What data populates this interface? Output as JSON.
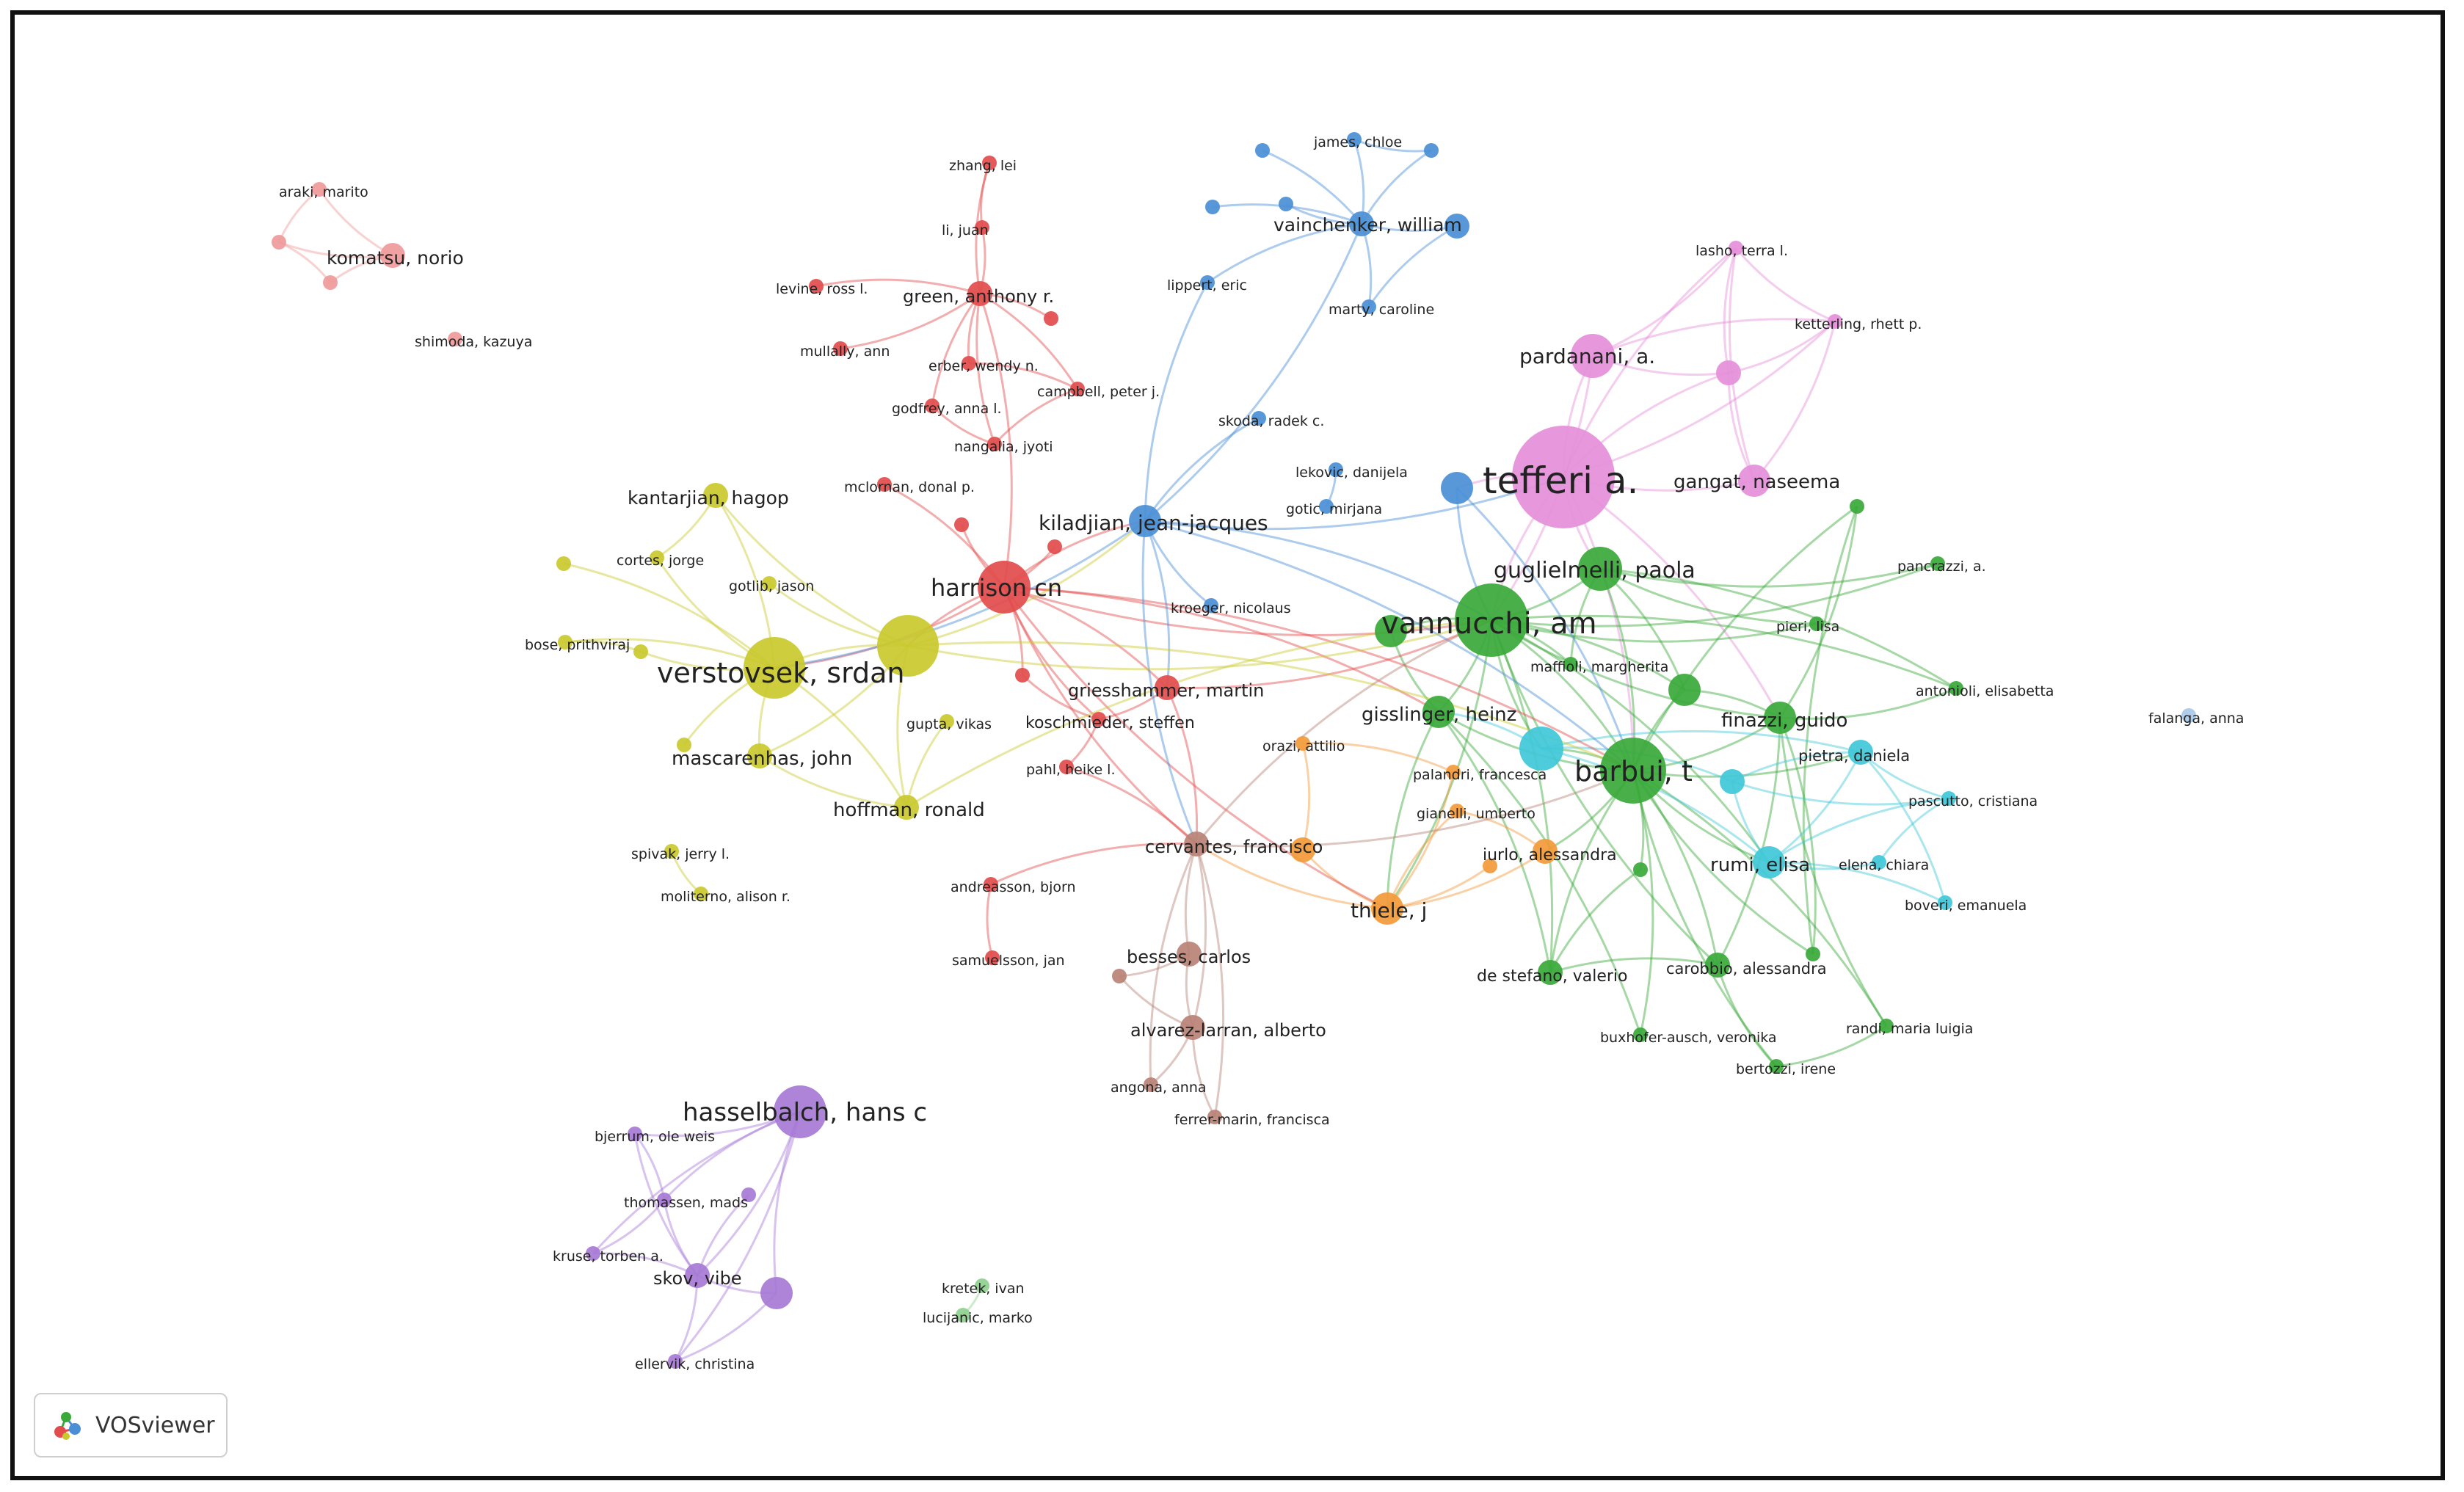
{
  "tool": {
    "name": "VOSviewer",
    "logo_icon": "vosviewer-logo-icon"
  },
  "clusters": {
    "red": "#e24c4c",
    "green": "#3aa93a",
    "blue": "#4a8fd6",
    "yellow": "#c9c92e",
    "purple": "#a77ad6",
    "pink": "#e58fd9",
    "salmon": "#ef9a9a",
    "cyan": "#40c8d8",
    "orange": "#f39a3a",
    "brown": "#b98276",
    "lightgreen": "#8fd08f",
    "lightblue": "#a8c8e8"
  },
  "nodes": [
    {
      "id": "tefferi",
      "label": "tefferi a.",
      "cluster": "pink",
      "weight": 10
    },
    {
      "id": "pardanani",
      "label": "pardanani, a.",
      "cluster": "pink",
      "weight": 4
    },
    {
      "id": "gangat",
      "label": "gangat, naseema",
      "cluster": "pink",
      "weight": 3
    },
    {
      "id": "lasho",
      "label": "lasho, terra l.",
      "cluster": "pink",
      "weight": 1
    },
    {
      "id": "ketterling",
      "label": "ketterling, rhett p.",
      "cluster": "pink",
      "weight": 1
    },
    {
      "id": "pink_anon",
      "label": "",
      "cluster": "pink",
      "weight": 2
    },
    {
      "id": "vannucchi",
      "label": "vannucchi, am",
      "cluster": "green",
      "weight": 8
    },
    {
      "id": "barbui",
      "label": "barbui, t",
      "cluster": "green",
      "weight": 7
    },
    {
      "id": "guglielmelli",
      "label": "guglielmelli, paola",
      "cluster": "green",
      "weight": 4
    },
    {
      "id": "gisslinger",
      "label": "gisslinger, heinz",
      "cluster": "green",
      "weight": 3
    },
    {
      "id": "finazzi",
      "label": "finazzi, guido",
      "cluster": "green",
      "weight": 3
    },
    {
      "id": "de_stefano",
      "label": "de stefano, valerio",
      "cluster": "green",
      "weight": 2
    },
    {
      "id": "carobbio",
      "label": "carobbio, alessandra",
      "cluster": "green",
      "weight": 2
    },
    {
      "id": "buxhofer",
      "label": "buxhofer-ausch, veronika",
      "cluster": "green",
      "weight": 1
    },
    {
      "id": "randi",
      "label": "randi, maria luigia",
      "cluster": "green",
      "weight": 1
    },
    {
      "id": "bertozzi",
      "label": "bertozzi, irene",
      "cluster": "green",
      "weight": 1
    },
    {
      "id": "antonioli",
      "label": "antonioli, elisabetta",
      "cluster": "green",
      "weight": 1
    },
    {
      "id": "pieri",
      "label": "pieri, lisa",
      "cluster": "green",
      "weight": 1
    },
    {
      "id": "pancrazzi",
      "label": "pancrazzi, a.",
      "cluster": "green",
      "weight": 1
    },
    {
      "id": "maffioli",
      "label": "maffioli, margherita",
      "cluster": "green",
      "weight": 1
    },
    {
      "id": "green_anon1",
      "label": "",
      "cluster": "green",
      "weight": 3
    },
    {
      "id": "green_anon2",
      "label": "",
      "cluster": "green",
      "weight": 3
    },
    {
      "id": "green_anon3",
      "label": "",
      "cluster": "green",
      "weight": 1
    },
    {
      "id": "green_anon4",
      "label": "",
      "cluster": "green",
      "weight": 1
    },
    {
      "id": "green_anon5",
      "label": "",
      "cluster": "green",
      "weight": 1
    },
    {
      "id": "rumi",
      "label": "rumi, elisa",
      "cluster": "cyan",
      "weight": 3
    },
    {
      "id": "pietra",
      "label": "pietra, daniela",
      "cluster": "cyan",
      "weight": 2
    },
    {
      "id": "pascutto",
      "label": "pascutto, cristiana",
      "cluster": "cyan",
      "weight": 1
    },
    {
      "id": "elena",
      "label": "elena, chiara",
      "cluster": "cyan",
      "weight": 1
    },
    {
      "id": "boveri",
      "label": "boveri, emanuela",
      "cluster": "cyan",
      "weight": 1
    },
    {
      "id": "cyan_anon1",
      "label": "",
      "cluster": "cyan",
      "weight": 4
    },
    {
      "id": "cyan_anon2",
      "label": "",
      "cluster": "cyan",
      "weight": 2
    },
    {
      "id": "thiele",
      "label": "thiele, j",
      "cluster": "orange",
      "weight": 3
    },
    {
      "id": "iurlo",
      "label": "iurlo, alessandra",
      "cluster": "orange",
      "weight": 2
    },
    {
      "id": "gianelli",
      "label": "gianelli, umberto",
      "cluster": "orange",
      "weight": 1
    },
    {
      "id": "palandri",
      "label": "palandri, francesca",
      "cluster": "orange",
      "weight": 1
    },
    {
      "id": "orazi",
      "label": "orazi, attilio",
      "cluster": "orange",
      "weight": 1
    },
    {
      "id": "orange_anon1",
      "label": "",
      "cluster": "orange",
      "weight": 2
    },
    {
      "id": "orange_anon2",
      "label": "",
      "cluster": "orange",
      "weight": 1
    },
    {
      "id": "harrison",
      "label": "harrison cn",
      "cluster": "red",
      "weight": 5
    },
    {
      "id": "green_ar",
      "label": "green, anthony r.",
      "cluster": "red",
      "weight": 2
    },
    {
      "id": "levine",
      "label": "levine, ross l.",
      "cluster": "red",
      "weight": 1
    },
    {
      "id": "zhang",
      "label": "zhang, lei",
      "cluster": "red",
      "weight": 1
    },
    {
      "id": "li_juan",
      "label": "li, juan",
      "cluster": "red",
      "weight": 1
    },
    {
      "id": "mullally",
      "label": "mullally, ann",
      "cluster": "red",
      "weight": 1
    },
    {
      "id": "erber",
      "label": "erber, wendy n.",
      "cluster": "red",
      "weight": 1
    },
    {
      "id": "campbell",
      "label": "campbell, peter j.",
      "cluster": "red",
      "weight": 1
    },
    {
      "id": "godfrey",
      "label": "godfrey, anna l.",
      "cluster": "red",
      "weight": 1
    },
    {
      "id": "nangalia",
      "label": "nangalia, jyoti",
      "cluster": "red",
      "weight": 1
    },
    {
      "id": "mclornan",
      "label": "mclornan, donal p.",
      "cluster": "red",
      "weight": 1
    },
    {
      "id": "griesshammer",
      "label": "griesshammer, martin",
      "cluster": "red",
      "weight": 2
    },
    {
      "id": "koschmieder",
      "label": "koschmieder, steffen",
      "cluster": "red",
      "weight": 1
    },
    {
      "id": "pahl",
      "label": "pahl, heike l.",
      "cluster": "red",
      "weight": 1
    },
    {
      "id": "andreasson",
      "label": "andreasson, bjorn",
      "cluster": "red",
      "weight": 1
    },
    {
      "id": "samuelsson",
      "label": "samuelsson, jan",
      "cluster": "red",
      "weight": 1
    },
    {
      "id": "red_anon1",
      "label": "",
      "cluster": "red",
      "weight": 1
    },
    {
      "id": "red_anon2",
      "label": "",
      "cluster": "red",
      "weight": 1
    },
    {
      "id": "red_anon3",
      "label": "",
      "cluster": "red",
      "weight": 1
    },
    {
      "id": "red_anon4",
      "label": "",
      "cluster": "red",
      "weight": 1
    },
    {
      "id": "kiladjian",
      "label": "kiladjian, jean-jacques",
      "cluster": "blue",
      "weight": 3
    },
    {
      "id": "vainchenker",
      "label": "vainchenker, william",
      "cluster": "blue",
      "weight": 2
    },
    {
      "id": "james",
      "label": "james, chloe",
      "cluster": "blue",
      "weight": 1
    },
    {
      "id": "lippert",
      "label": "lippert, eric",
      "cluster": "blue",
      "weight": 1
    },
    {
      "id": "marty",
      "label": "marty, caroline",
      "cluster": "blue",
      "weight": 1
    },
    {
      "id": "skoda",
      "label": "skoda, radek c.",
      "cluster": "blue",
      "weight": 1
    },
    {
      "id": "lekovic",
      "label": "lekovic, danijela",
      "cluster": "blue",
      "weight": 1
    },
    {
      "id": "gotic",
      "label": "gotic, mirjana",
      "cluster": "blue",
      "weight": 1
    },
    {
      "id": "kroeger",
      "label": "kroeger, nicolaus",
      "cluster": "blue",
      "weight": 1
    },
    {
      "id": "blue_anon1",
      "label": "",
      "cluster": "blue",
      "weight": 3
    },
    {
      "id": "blue_anon2",
      "label": "",
      "cluster": "blue",
      "weight": 1
    },
    {
      "id": "blue_anon3",
      "label": "",
      "cluster": "blue",
      "weight": 1
    },
    {
      "id": "blue_anon4",
      "label": "",
      "cluster": "blue",
      "weight": 1
    },
    {
      "id": "blue_anon5",
      "label": "",
      "cluster": "blue",
      "weight": 1
    },
    {
      "id": "blue_anon6",
      "label": "",
      "cluster": "blue",
      "weight": 2
    },
    {
      "id": "verstovsek",
      "label": "verstovsek, srdan",
      "cluster": "yellow",
      "weight": 6
    },
    {
      "id": "kantarjian",
      "label": "kantarjian, hagop",
      "cluster": "yellow",
      "weight": 2
    },
    {
      "id": "cortes",
      "label": "cortes, jorge",
      "cluster": "yellow",
      "weight": 1
    },
    {
      "id": "bose",
      "label": "bose, prithviraj",
      "cluster": "yellow",
      "weight": 1
    },
    {
      "id": "gotlib",
      "label": "gotlib, jason",
      "cluster": "yellow",
      "weight": 1
    },
    {
      "id": "mascarenhas",
      "label": "mascarenhas, john",
      "cluster": "yellow",
      "weight": 2
    },
    {
      "id": "hoffman",
      "label": "hoffman, ronald",
      "cluster": "yellow",
      "weight": 2
    },
    {
      "id": "gupta",
      "label": "gupta, vikas",
      "cluster": "yellow",
      "weight": 1
    },
    {
      "id": "spivak",
      "label": "spivak, jerry l.",
      "cluster": "yellow",
      "weight": 1
    },
    {
      "id": "moliterno",
      "label": "moliterno, alison r.",
      "cluster": "yellow",
      "weight": 1
    },
    {
      "id": "yellow_anon1",
      "label": "",
      "cluster": "yellow",
      "weight": 6
    },
    {
      "id": "yellow_anon2",
      "label": "",
      "cluster": "yellow",
      "weight": 1
    },
    {
      "id": "yellow_anon3",
      "label": "",
      "cluster": "yellow",
      "weight": 1
    },
    {
      "id": "yellow_anon4",
      "label": "",
      "cluster": "yellow",
      "weight": 1
    },
    {
      "id": "cervantes",
      "label": "cervantes, francisco",
      "cluster": "brown",
      "weight": 2
    },
    {
      "id": "besses",
      "label": "besses, carlos",
      "cluster": "brown",
      "weight": 2
    },
    {
      "id": "alvarez",
      "label": "alvarez-larran, alberto",
      "cluster": "brown",
      "weight": 2
    },
    {
      "id": "angona",
      "label": "angona, anna",
      "cluster": "brown",
      "weight": 1
    },
    {
      "id": "ferrer",
      "label": "ferrer-marin, francisca",
      "cluster": "brown",
      "weight": 1
    },
    {
      "id": "brown_anon1",
      "label": "",
      "cluster": "brown",
      "weight": 1
    },
    {
      "id": "hasselbalch",
      "label": "hasselbalch, hans c",
      "cluster": "purple",
      "weight": 5
    },
    {
      "id": "bjerrum",
      "label": "bjerrum, ole weis",
      "cluster": "purple",
      "weight": 1
    },
    {
      "id": "thomassen",
      "label": "thomassen, mads",
      "cluster": "purple",
      "weight": 1
    },
    {
      "id": "kruse",
      "label": "kruse, torben a.",
      "cluster": "purple",
      "weight": 1
    },
    {
      "id": "skov",
      "label": "skov, vibe",
      "cluster": "purple",
      "weight": 2
    },
    {
      "id": "ellervik",
      "label": "ellervik, christina",
      "cluster": "purple",
      "weight": 1
    },
    {
      "id": "purple_anon1",
      "label": "",
      "cluster": "purple",
      "weight": 3
    },
    {
      "id": "purple_anon2",
      "label": "",
      "cluster": "purple",
      "weight": 1
    },
    {
      "id": "araki",
      "label": "araki, marito",
      "cluster": "salmon",
      "weight": 1
    },
    {
      "id": "komatsu",
      "label": "komatsu, norio",
      "cluster": "salmon",
      "weight": 2
    },
    {
      "id": "shimoda",
      "label": "shimoda, kazuya",
      "cluster": "salmon",
      "weight": 1
    },
    {
      "id": "salmon_anon1",
      "label": "",
      "cluster": "salmon",
      "weight": 1
    },
    {
      "id": "salmon_anon2",
      "label": "",
      "cluster": "salmon",
      "weight": 1
    },
    {
      "id": "kretek",
      "label": "kretek, ivan",
      "cluster": "lightgreen",
      "weight": 1
    },
    {
      "id": "lucijanic",
      "label": "lucijanic, marko",
      "cluster": "lightgreen",
      "weight": 1
    },
    {
      "id": "falanga",
      "label": "falanga, anna",
      "cluster": "lightblue",
      "weight": 1
    }
  ]
}
